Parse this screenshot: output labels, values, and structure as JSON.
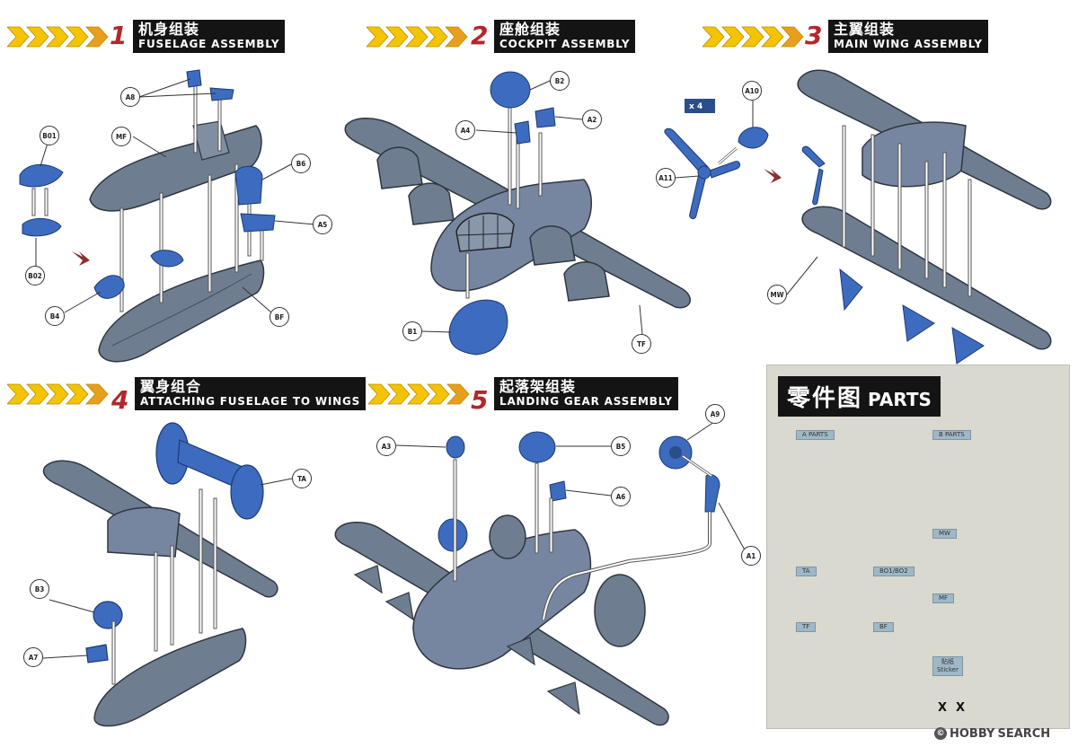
{
  "steps": [
    {
      "num": "1",
      "title_cn": "机身组装",
      "title_en": "FUSELAGE ASSEMBLY"
    },
    {
      "num": "2",
      "title_cn": "座舱组装",
      "title_en": "COCKPIT ASSEMBLY"
    },
    {
      "num": "3",
      "title_cn": "主翼组装",
      "title_en": "MAIN WING ASSEMBLY"
    },
    {
      "num": "4",
      "title_cn": "翼身组合",
      "title_en": "ATTACHING FUSELAGE TO WINGS"
    },
    {
      "num": "5",
      "title_cn": "起落架组装",
      "title_en": "LANDING GEAR ASSEMBLY"
    }
  ],
  "callouts": {
    "a8": "A8",
    "b01": "B01",
    "mf": "MF",
    "b6": "B6",
    "a5": "A5",
    "b02": "B02",
    "b4": "B4",
    "bf": "BF",
    "b2": "B2",
    "a4": "A4",
    "a2": "A2",
    "b1": "B1",
    "tf": "TF",
    "a10": "A10",
    "a11": "A11",
    "mw": "MW",
    "ta": "TA",
    "b3": "B3",
    "a7": "A7",
    "a3": "A3",
    "b5": "B5",
    "a6": "A6",
    "a9": "A9",
    "a1": "A1"
  },
  "quantity_badge": "x 4",
  "parts": {
    "title_cn": "零件图",
    "title_en": "PARTS",
    "labels": {
      "a_parts": "A PARTS",
      "b_parts": "B PARTS",
      "mw": "MW",
      "ta": "TA",
      "b01_b02": "BO1/BO2",
      "mf": "MF",
      "tf": "TF",
      "bf": "BF",
      "sticker_cn": "贴纸",
      "sticker_en": "Sticker"
    },
    "sticker_marks": [
      "X",
      "X"
    ]
  },
  "watermark": {
    "icon": "hobby-search-logo-icon",
    "brand": "HOBBY",
    "suffix": "SEARCH"
  },
  "colors": {
    "part_blue": "#3d6bbf",
    "grey_part": "#6e7e90",
    "title_bg": "#141414",
    "step_num": "#b3272b",
    "chevron": "#f5c400"
  }
}
